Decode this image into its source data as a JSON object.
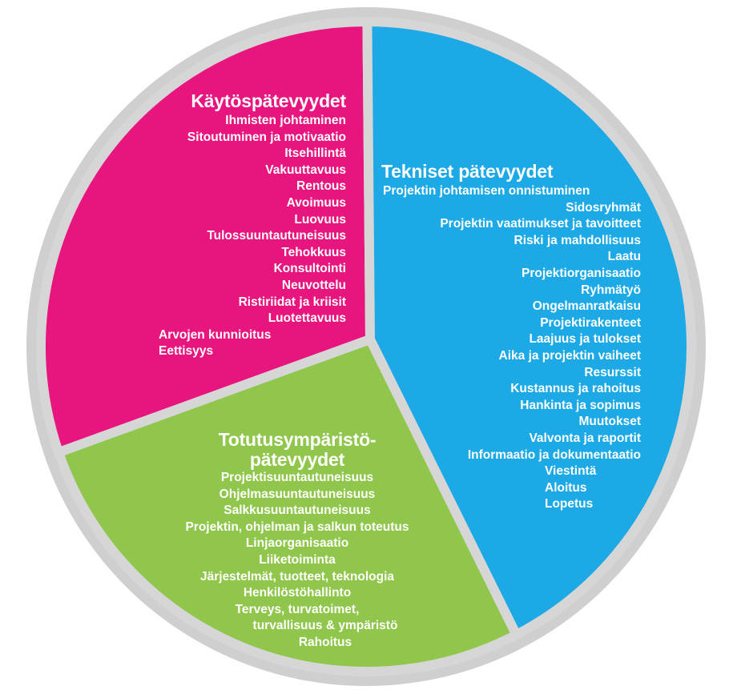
{
  "colors": {
    "ring": "#cfcfcf",
    "separator": "#d6d6d6",
    "behavioural": "#e9157f",
    "technical": "#1ca9e5",
    "contextual": "#8fc64b",
    "text": "#ffffff"
  },
  "segments": {
    "behavioural": {
      "title": "Käytöspätevyydet",
      "items": [
        "Ihmisten johtaminen",
        "Sitoutuminen ja motivaatio",
        "Itsehillintä",
        "Vakuuttavuus",
        "Rentous",
        "Avoimuus",
        "Luovuus",
        "Tulossuuntautuneisuus",
        "Tehokkuus",
        "Konsultointi",
        "Neuvottelu",
        "Ristiriidat ja kriisit",
        "Luotettavuus",
        "Arvojen kunnioitus",
        "Eettisyys"
      ]
    },
    "technical": {
      "title": "Tekniset pätevyydet",
      "items": [
        "Projektin johtamisen onnistuminen",
        "Sidosryhmät",
        "Projektin vaatimukset ja tavoitteet",
        "Riski ja mahdollisuus",
        "Laatu",
        "Projektiorganisaatio",
        "Ryhmätyö",
        "Ongelmanratkaisu",
        "Projektirakenteet",
        "Laajuus ja tulokset",
        "Aika ja projektin vaiheet",
        "Resurssit",
        "Kustannus ja rahoitus",
        "Hankinta ja sopimus",
        "Muutokset",
        "Valvonta ja raportit",
        "Informaatio ja dokumentaatio",
        "Viestintä",
        "Aloitus",
        "Lopetus"
      ]
    },
    "contextual": {
      "title_line1": "Totutusympäristö-",
      "title_line2": "pätevyydet",
      "items": [
        "Projektisuuntautuneisuus",
        "Ohjelmasuuntautuneisuus",
        "Salkkusuuntautuneisuus",
        "Projektin, ohjelman ja salkun toteutus",
        "Linjaorganisaatio",
        "Liiketoiminta",
        "Järjestelmät, tuotteet, teknologia",
        "Henkilöstöhallinto",
        "Terveys, turvatoimet,",
        "turvallisuus  & ympäristö",
        "Rahoitus"
      ]
    }
  }
}
